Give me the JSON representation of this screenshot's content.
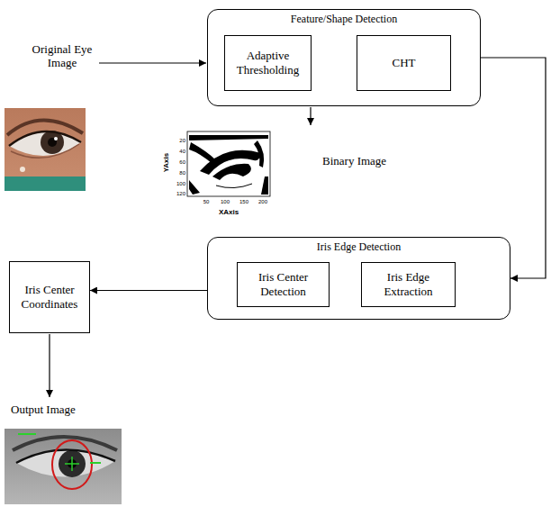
{
  "diagram": {
    "nodes": [
      {
        "text": [
          "Feature/Shape Detection"
        ]
      },
      {
        "text": [
          "Adaptive Thresholding"
        ],
        "in": 0
      },
      {
        "text": [
          "CHT"
        ],
        "in": 0
      },
      {
        "text": [
          "Iris Edge Detection"
        ]
      },
      {
        "text": [
          "Iris Center Detection"
        ],
        "in": 3
      },
      {
        "text": [
          "Iris Edge Extraction"
        ],
        "in": 3
      },
      {
        "text": [
          "Iris Center Coordinates"
        ]
      }
    ],
    "edges": [
      {
        "from": 0,
        "to": 3,
        "arrow": "to"
      },
      {
        "from": 3,
        "to": 6,
        "arrow": "to"
      }
    ],
    "labels": [
      "Original Eye Image",
      "Binary Image",
      "Output Image",
      "YAxis",
      "XAxis",
      "20",
      "40",
      "60",
      "80",
      "100",
      "120",
      "50",
      "100",
      "150",
      "200"
    ]
  }
}
